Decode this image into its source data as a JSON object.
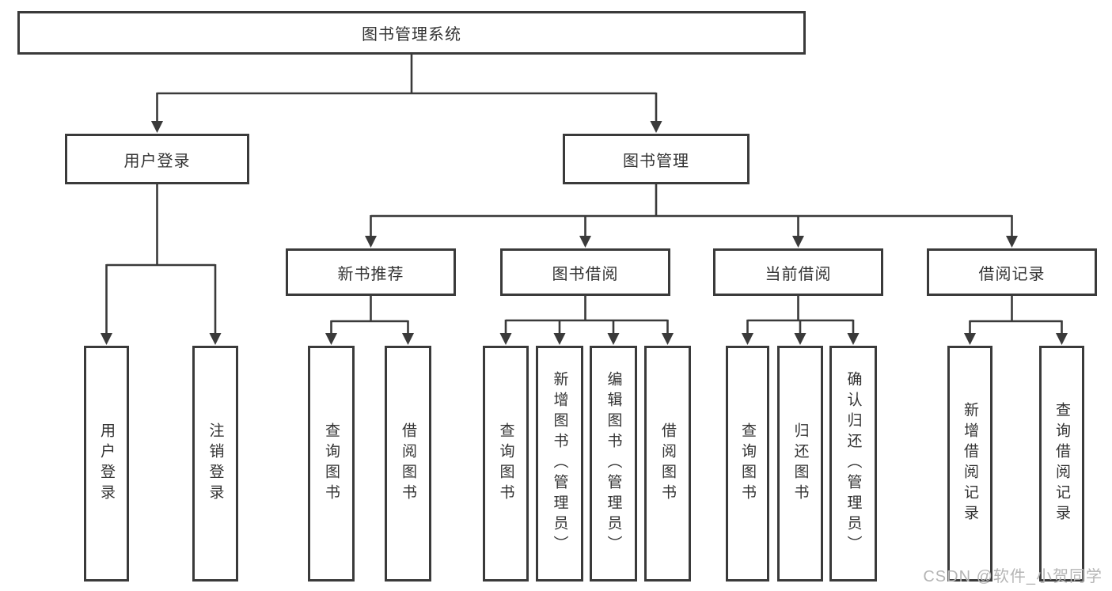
{
  "colors": {
    "line": "#3a3a3a",
    "text": "#333333",
    "box_bg": "#ffffff",
    "page_bg": "#ffffff",
    "watermark": "#b5b5b5"
  },
  "watermark": {
    "text": "CSDN @软件_小贺同学"
  },
  "tree": {
    "root": {
      "label": "图书管理系统",
      "children": [
        {
          "label": "用户登录",
          "children": [
            {
              "label": "用户登录"
            },
            {
              "label": "注销登录"
            }
          ]
        },
        {
          "label": "图书管理",
          "children": [
            {
              "label": "新书推荐",
              "children": [
                {
                  "label": "查询图书"
                },
                {
                  "label": "借阅图书"
                }
              ]
            },
            {
              "label": "图书借阅",
              "children": [
                {
                  "label": "查询图书"
                },
                {
                  "label": "新增图书（管理员）"
                },
                {
                  "label": "编辑图书（管理员）"
                },
                {
                  "label": "借阅图书"
                }
              ]
            },
            {
              "label": "当前借阅",
              "children": [
                {
                  "label": "查询图书"
                },
                {
                  "label": "归还图书"
                },
                {
                  "label": "确认归还（管理员）"
                }
              ]
            },
            {
              "label": "借阅记录",
              "children": [
                {
                  "label": "新增借阅记录"
                },
                {
                  "label": "查询借阅记录"
                }
              ]
            }
          ]
        }
      ]
    }
  }
}
